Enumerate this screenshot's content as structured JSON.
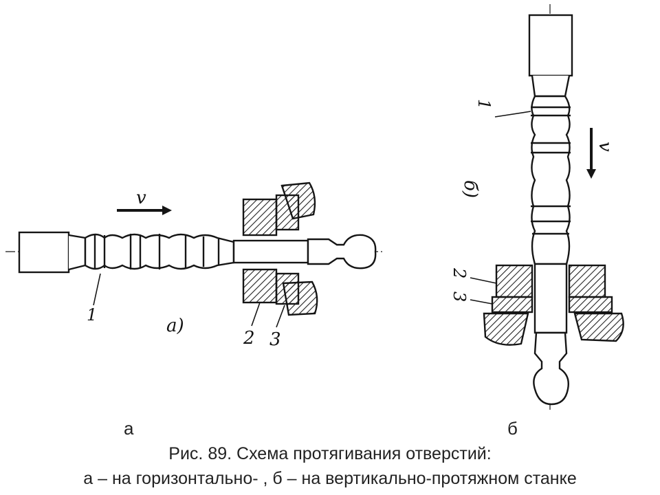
{
  "figure": {
    "a": {
      "panel_label": "а)",
      "speed_label": "v",
      "part_labels": [
        "1",
        "2",
        "3"
      ]
    },
    "b": {
      "panel_label": "б)",
      "speed_label": "v",
      "part_labels": [
        "1",
        "2",
        "3"
      ]
    }
  },
  "sub_labels": {
    "a": "а",
    "b": "б"
  },
  "caption": {
    "title": "Рис. 89. Схема протягивания отверстий:",
    "description": "а – на горизонтально- , б – на вертикально-протяжном станке"
  }
}
